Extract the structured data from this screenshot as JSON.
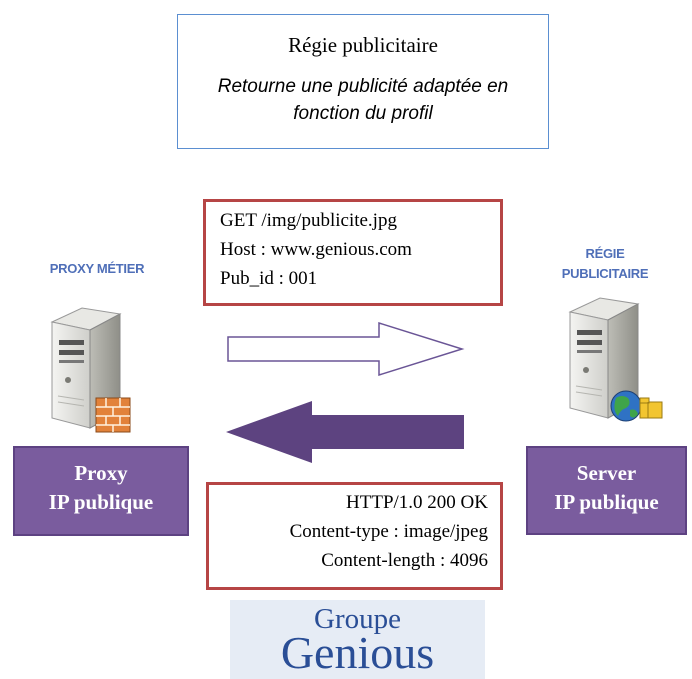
{
  "top_box": {
    "title": "Régie publicitaire",
    "description": "Retourne une publicité adaptée en fonction du profil"
  },
  "request": {
    "lines": [
      "GET /img/publicite.jpg",
      "Host : www.genious.com",
      "Pub_id : 001"
    ]
  },
  "response": {
    "lines": [
      "HTTP/1.0 200 OK",
      "Content-type : image/jpeg",
      "Content-length : 4096"
    ]
  },
  "left_server": {
    "label": "PROXY MÉTIER",
    "box_line1": "Proxy",
    "box_line2": "IP publique",
    "icon": "server-firewall-icon"
  },
  "right_server": {
    "label_line1": "RÉGIE",
    "label_line2": "PUBLICITAIRE",
    "box_line1": "Server",
    "box_line2": "IP publique",
    "icon": "server-globe-icon"
  },
  "logo": {
    "line1": "Groupe",
    "line2": "Genious"
  },
  "colors": {
    "box_border_blue": "#5b8fd1",
    "message_border_red": "#b64545",
    "purple": "#7a5c9e",
    "arrow_purple": "#5d4380",
    "label_blue": "#4f6fb8"
  }
}
